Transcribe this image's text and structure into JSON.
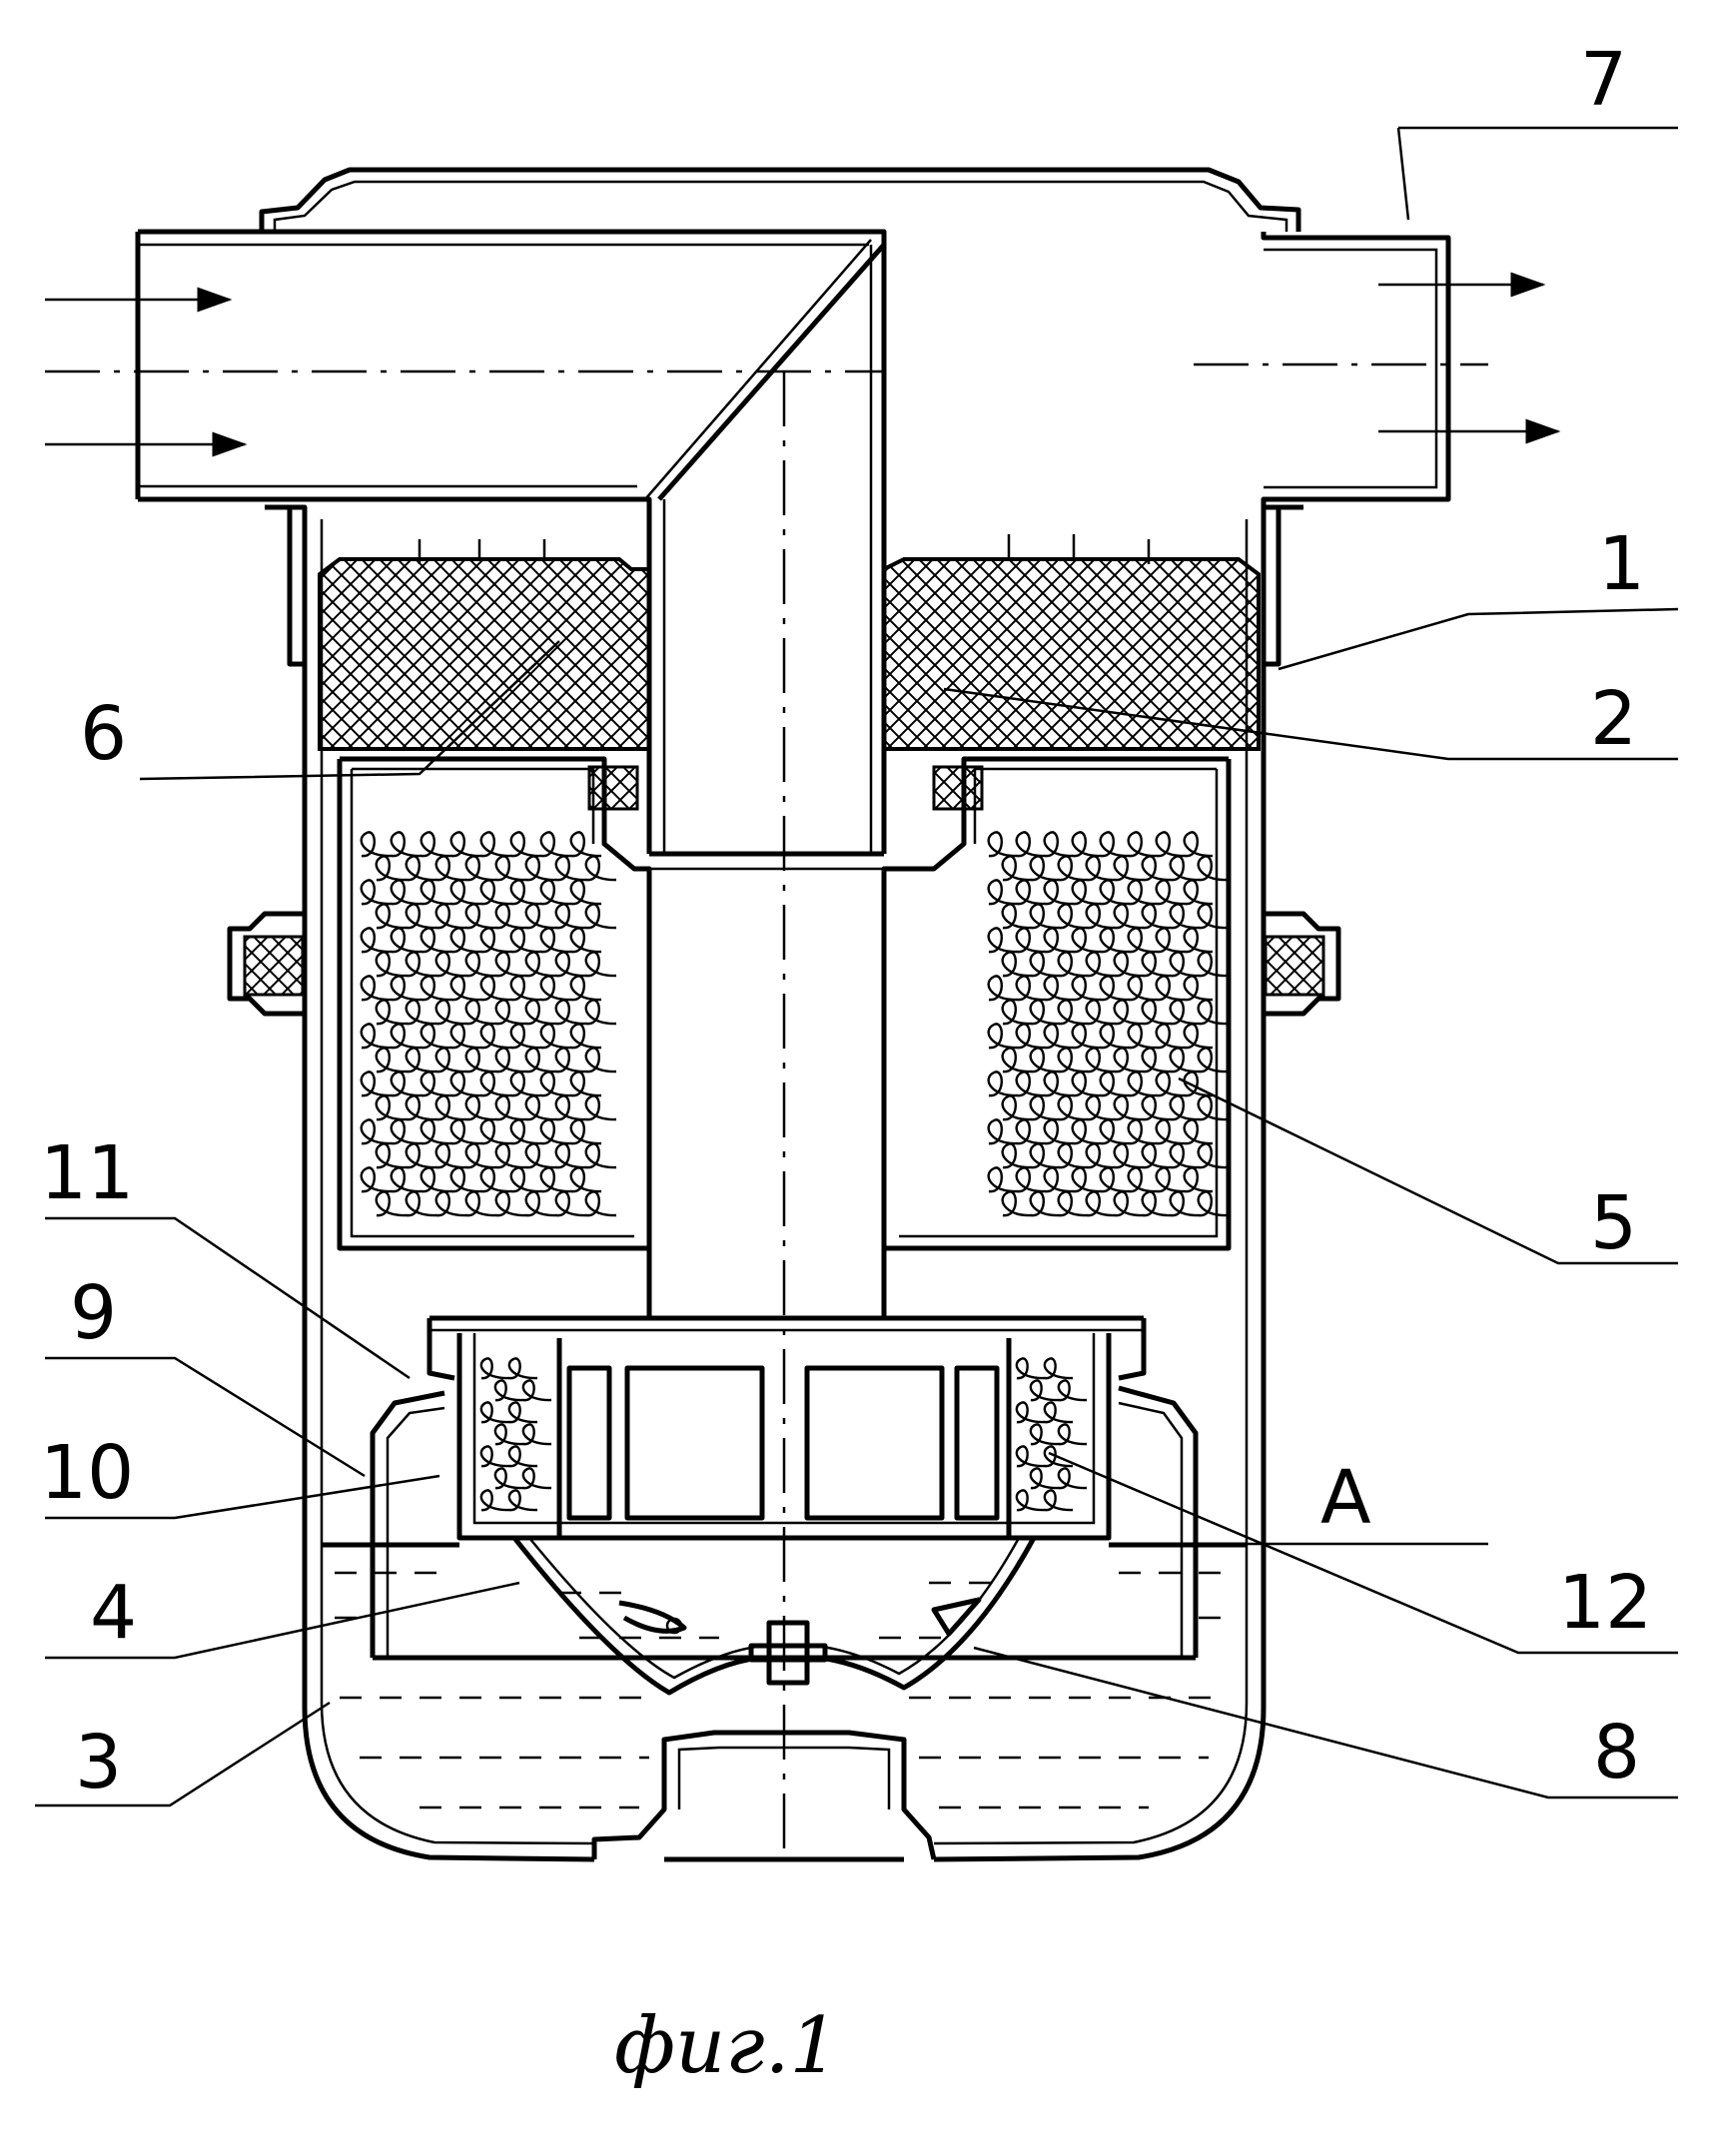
{
  "figure": {
    "caption": "фиг.1",
    "labels": {
      "l1": "1",
      "l2": "2",
      "l3": "3",
      "l4": "4",
      "l5": "5",
      "l6": "6",
      "l7": "7",
      "l8": "8",
      "l9": "9",
      "l10": "10",
      "l11": "11",
      "l12": "12",
      "lA": "A"
    }
  }
}
